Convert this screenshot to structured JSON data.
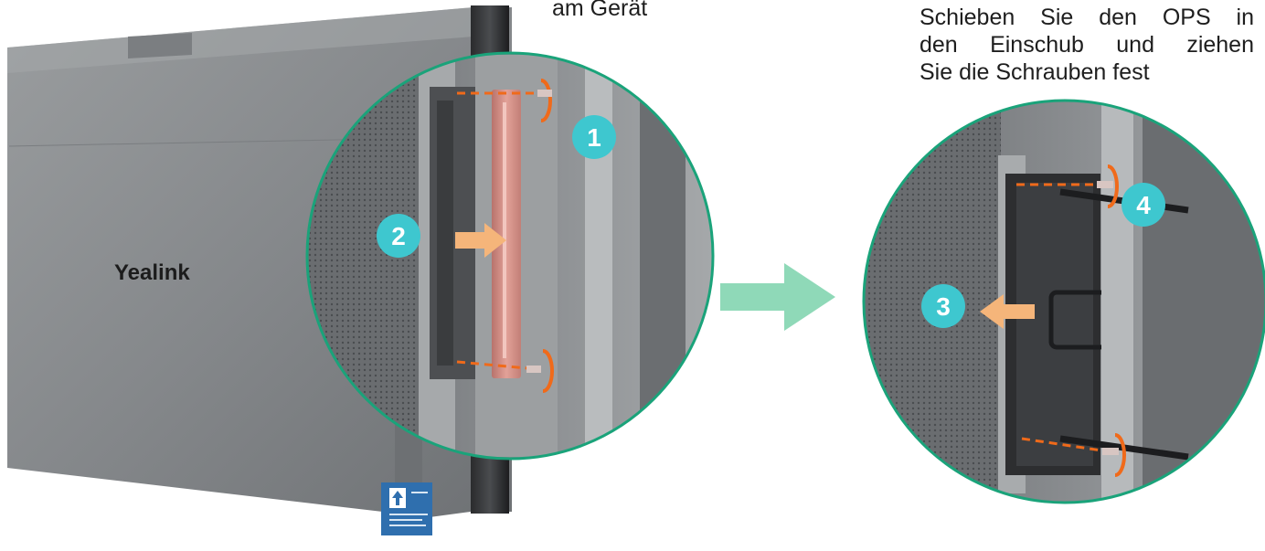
{
  "captions": {
    "left": "am Gerät",
    "right_lines": [
      "Schieben Sie den OPS in",
      "den Einschub und ziehen",
      "Sie die Schrauben fest"
    ]
  },
  "device": {
    "brand_logo": "Yealink",
    "label_icon": "up-arrow-icon"
  },
  "steps": [
    {
      "number": "1"
    },
    {
      "number": "2"
    },
    {
      "number": "3"
    },
    {
      "number": "4"
    }
  ],
  "colors": {
    "step_badge": "#3ec7cf",
    "circle_border": "#1aa37a",
    "arrow_orange": "#f5b57a",
    "screw_orange": "#f06a1a",
    "flow_arrow": "#8fd9b8",
    "panel_gray": "#8a8d90",
    "bracket": "#d58f86"
  }
}
